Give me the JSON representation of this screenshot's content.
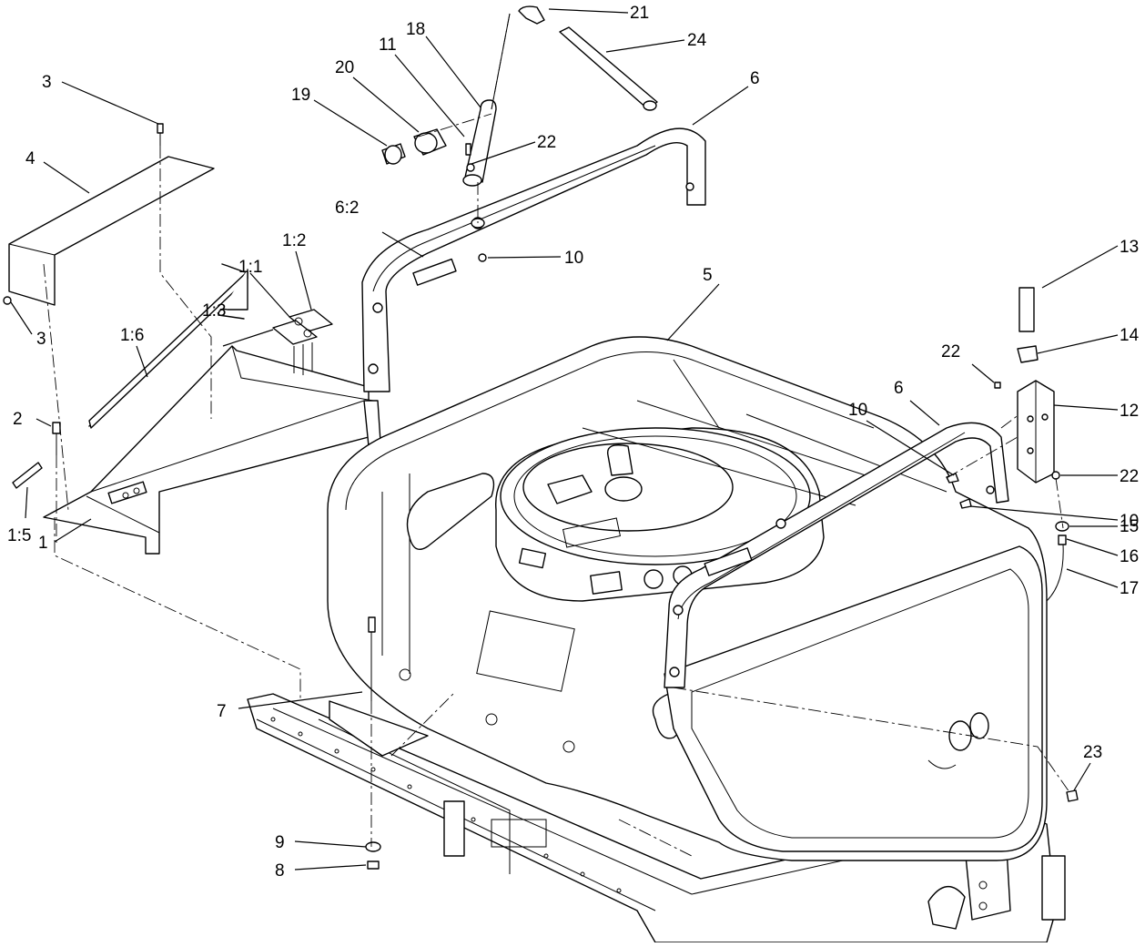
{
  "callouts": [
    {
      "id": "c1",
      "label": "1"
    },
    {
      "id": "c2",
      "label": "2"
    },
    {
      "id": "c3a",
      "label": "3"
    },
    {
      "id": "c3b",
      "label": "3"
    },
    {
      "id": "c4",
      "label": "4"
    },
    {
      "id": "c5",
      "label": "5"
    },
    {
      "id": "c6a",
      "label": "6"
    },
    {
      "id": "c6b",
      "label": "6"
    },
    {
      "id": "c62",
      "label": "6:2"
    },
    {
      "id": "c7",
      "label": "7"
    },
    {
      "id": "c8",
      "label": "8"
    },
    {
      "id": "c9",
      "label": "9"
    },
    {
      "id": "c10a",
      "label": "10"
    },
    {
      "id": "c10b",
      "label": "10"
    },
    {
      "id": "c10c",
      "label": "10"
    },
    {
      "id": "c11",
      "label": "11"
    },
    {
      "id": "c12",
      "label": "12"
    },
    {
      "id": "c13",
      "label": "13"
    },
    {
      "id": "c14",
      "label": "14"
    },
    {
      "id": "c15",
      "label": "15"
    },
    {
      "id": "c16",
      "label": "16"
    },
    {
      "id": "c17",
      "label": "17"
    },
    {
      "id": "c18",
      "label": "18"
    },
    {
      "id": "c19",
      "label": "19"
    },
    {
      "id": "c20",
      "label": "20"
    },
    {
      "id": "c21",
      "label": "21"
    },
    {
      "id": "c22a",
      "label": "22"
    },
    {
      "id": "c22b",
      "label": "22"
    },
    {
      "id": "c22c",
      "label": "22"
    },
    {
      "id": "c23",
      "label": "23"
    },
    {
      "id": "c24",
      "label": "24"
    },
    {
      "id": "c11b",
      "label": "1:1"
    },
    {
      "id": "c12b",
      "label": "1:2"
    },
    {
      "id": "c13b",
      "label": "1:3"
    },
    {
      "id": "c15b",
      "label": "1:5"
    },
    {
      "id": "c16b",
      "label": "1:6"
    }
  ]
}
